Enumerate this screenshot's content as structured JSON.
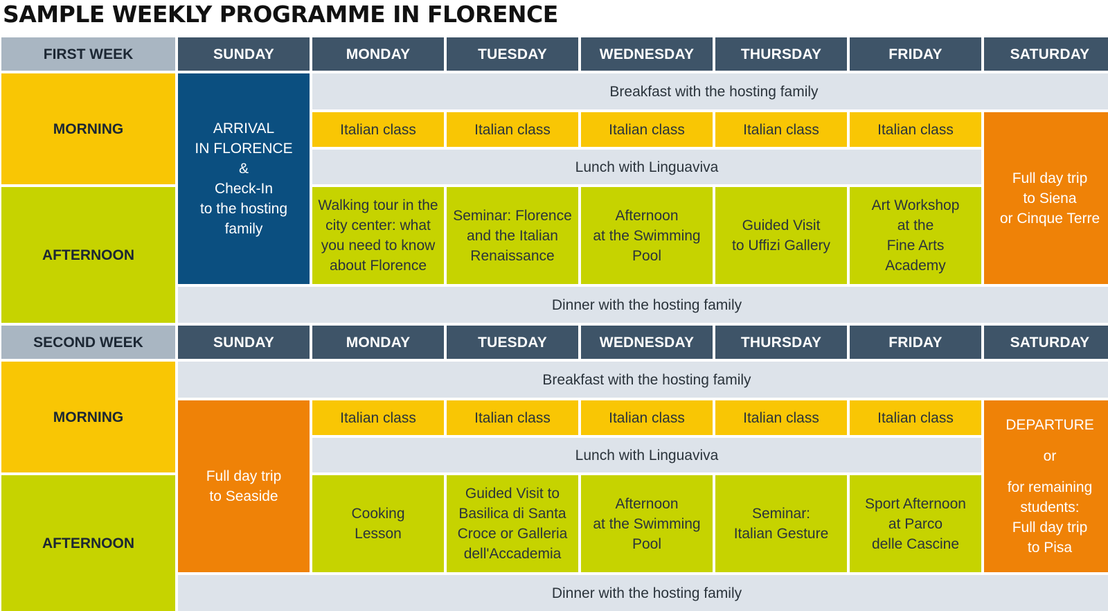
{
  "title": "SAMPLE WEEKLY PROGRAMME IN FLORENCE",
  "days": [
    "SUNDAY",
    "MONDAY",
    "TUESDAY",
    "WEDNESDAY",
    "THURSDAY",
    "FRIDAY",
    "SATURDAY"
  ],
  "periods": {
    "morning": "MORNING",
    "afternoon": "AFTERNOON"
  },
  "week1": {
    "label": "FIRST WEEK",
    "arrival": [
      "ARRIVAL",
      "IN FLORENCE",
      "&",
      "Check-In",
      "to the hosting",
      "family"
    ],
    "breakfast": "Breakfast with the hosting family",
    "italian_class": "Italian class",
    "lunch": "Lunch with Linguaviva",
    "saturday": [
      "Full day trip",
      "to Siena",
      "or Cinque Terre"
    ],
    "afternoon": [
      [
        "Walking tour in the",
        "city center: what",
        "you need to know",
        "about Florence"
      ],
      [
        "Seminar: Florence",
        "and the Italian",
        "Renaissance"
      ],
      [
        "Afternoon",
        "at the Swimming",
        "Pool"
      ],
      [
        "Guided Visit",
        "to Uffizi Gallery"
      ],
      [
        "Art Workshop",
        "at the",
        "Fine Arts",
        "Academy"
      ]
    ],
    "dinner": "Dinner with the hosting family"
  },
  "week2": {
    "label": "SECOND WEEK",
    "breakfast": "Breakfast with the hosting family",
    "sunday": [
      "Full day trip",
      "to Seaside"
    ],
    "italian_class": "Italian class",
    "lunch": "Lunch with Linguaviva",
    "saturday": [
      "DEPARTURE",
      "or",
      "for remaining",
      "students:",
      "Full day trip",
      "to Pisa"
    ],
    "afternoon": [
      [
        "Cooking",
        "Lesson"
      ],
      [
        "Guided Visit to",
        "Basilica di Santa",
        "Croce or Galleria",
        "dell'Accademia"
      ],
      [
        "Afternoon",
        "at the Swimming",
        "Pool"
      ],
      [
        "Seminar:",
        "Italian Gesture"
      ],
      [
        "Sport Afternoon",
        "at Parco",
        "delle Cascine"
      ]
    ],
    "dinner": "Dinner with the hosting family"
  },
  "colors": {
    "header": "#3e5468",
    "week_label": "#a9b6c2",
    "morning": "#f9c604",
    "afternoon": "#c6d300",
    "meal": "#dde3ea",
    "trip": "#ef8207",
    "arrival": "#0b4f80"
  }
}
